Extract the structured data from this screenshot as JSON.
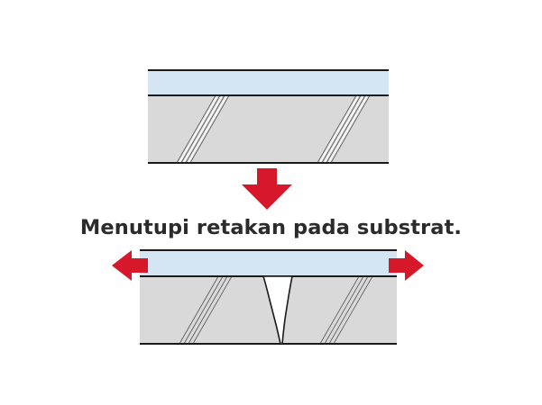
{
  "caption": "Menutupi retakan pada substrat.",
  "colors": {
    "coating": "#d4e6f3",
    "substrate": "#d9d9d9",
    "outline": "#1a1a1a",
    "arrow": "#d7182a",
    "text": "#2b2b2b"
  },
  "icons": {
    "down_arrow": "red-down-arrow",
    "left_arrow": "red-left-arrow",
    "right_arrow": "red-right-arrow",
    "crack": "substrate-crack"
  }
}
